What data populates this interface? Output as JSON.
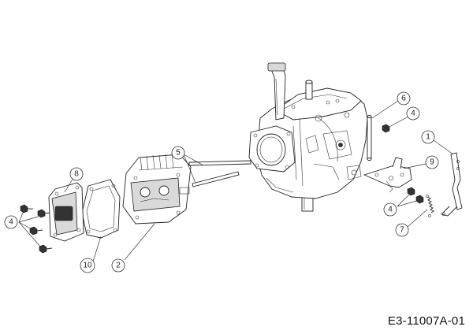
{
  "drawing_code": "E3-11007A-01",
  "callouts": [
    {
      "id": "callout-1",
      "label": "1"
    },
    {
      "id": "callout-2",
      "label": "2"
    },
    {
      "id": "callout-4-left",
      "label": "4"
    },
    {
      "id": "callout-4-upper-right",
      "label": "4"
    },
    {
      "id": "callout-4-lower-right",
      "label": "4"
    },
    {
      "id": "callout-5",
      "label": "5"
    },
    {
      "id": "callout-6",
      "label": "6"
    },
    {
      "id": "callout-7",
      "label": "7"
    },
    {
      "id": "callout-8",
      "label": "8"
    },
    {
      "id": "callout-9",
      "label": "9"
    },
    {
      "id": "callout-10",
      "label": "10"
    }
  ],
  "parts": [
    {
      "part": "engine-block-icon"
    },
    {
      "part": "cylinder-head-icon"
    },
    {
      "part": "head-gasket-icon"
    },
    {
      "part": "valve-cover-icon"
    },
    {
      "part": "push-rod-icon"
    },
    {
      "part": "dipstick-icon"
    },
    {
      "part": "bracket-icon"
    },
    {
      "part": "governor-lever-icon"
    },
    {
      "part": "spring-icon"
    },
    {
      "part": "bolt-icon"
    }
  ]
}
